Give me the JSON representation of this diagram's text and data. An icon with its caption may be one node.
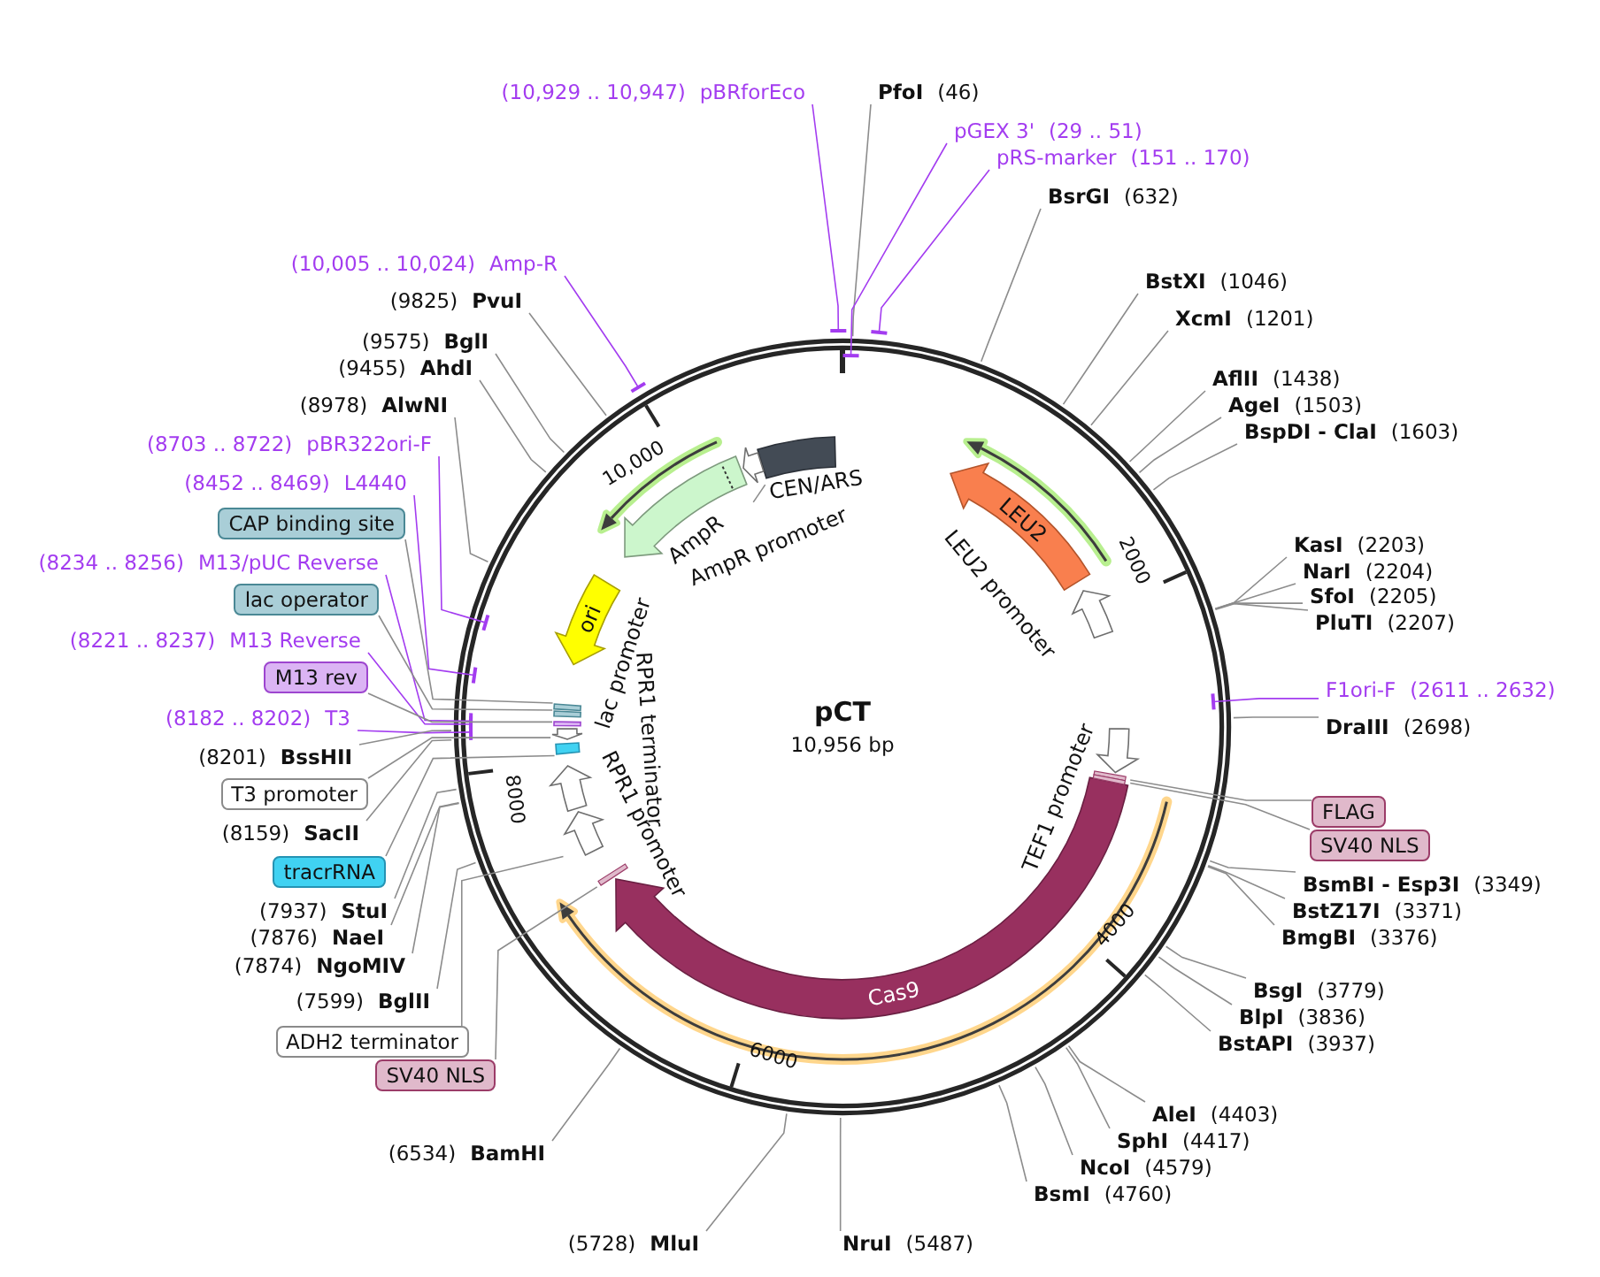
{
  "diagram": {
    "title": "pCT",
    "nodes": [
      {
        "text": [
          "(10,929 .. 10,947)",
          "pBRforEco"
        ]
      },
      {
        "text": [
          "PfoI",
          "(46)"
        ]
      },
      {
        "text": [
          "pGEX 3'",
          "(29 .. 51)"
        ]
      },
      {
        "text": [
          "pRS-marker",
          "(151 .. 170)"
        ]
      },
      {
        "text": [
          "BsrGI",
          "(632)"
        ]
      },
      {
        "text": [
          "(10,005 .. 10,024)",
          "Amp-R"
        ]
      },
      {
        "text": [
          "BstXI",
          "(1046)"
        ]
      },
      {
        "text": [
          "(9825)",
          "PvuI"
        ]
      },
      {
        "text": [
          "XcmI",
          "(1201)"
        ]
      },
      {
        "text": [
          "(9575)",
          "BglI"
        ]
      },
      {
        "text": [
          "(9455)",
          "AhdI"
        ]
      },
      {
        "text": [
          "AflII",
          "(1438)"
        ]
      },
      {
        "text": [
          "(8978)",
          "AlwNI"
        ]
      },
      {
        "text": [
          "AgeI",
          "(1503)"
        ]
      },
      {
        "text": [
          "BspDI - ClaI",
          "(1603)"
        ]
      },
      {
        "text": [
          "(8703 .. 8722)",
          "pBR322ori-F"
        ]
      },
      {
        "text": [
          "(8452 .. 8469)",
          "L4440"
        ]
      },
      {
        "text": [
          "CAP binding site"
        ]
      },
      {
        "text": [
          "KasI",
          "(2203)"
        ]
      },
      {
        "text": [
          "(8234 .. 8256)",
          "M13/pUC Reverse"
        ]
      },
      {
        "text": [
          "NarI",
          "(2204)"
        ]
      },
      {
        "text": [
          "SfoI",
          "(2205)"
        ]
      },
      {
        "text": [
          "lac operator"
        ]
      },
      {
        "text": [
          "PluTI",
          "(2207)"
        ]
      },
      {
        "text": [
          "(8221 .. 8237)",
          "M13 Reverse"
        ]
      },
      {
        "text": [
          "M13 rev"
        ]
      },
      {
        "text": [
          "F1ori-F",
          "(2611 .. 2632)"
        ]
      },
      {
        "text": [
          "(8182 .. 8202)",
          "T3"
        ]
      },
      {
        "text": [
          "DraIII",
          "(2698)"
        ]
      },
      {
        "text": [
          "(8201)",
          "BssHII"
        ]
      },
      {
        "text": [
          "T3 promoter"
        ]
      },
      {
        "text": [
          "FLAG"
        ]
      },
      {
        "text": [
          "(8159)",
          "SacII"
        ]
      },
      {
        "text": [
          "SV40 NLS"
        ]
      },
      {
        "text": [
          "tracrRNA"
        ]
      },
      {
        "text": [
          "BsmBI - Esp3I",
          "(3349)"
        ]
      },
      {
        "text": [
          "(7937)",
          "StuI"
        ]
      },
      {
        "text": [
          "BstZ17I",
          "(3371)"
        ]
      },
      {
        "text": [
          "(7876)",
          "NaeI"
        ]
      },
      {
        "text": [
          "BmgBI",
          "(3376)"
        ]
      },
      {
        "text": [
          "(7874)",
          "NgoMIV"
        ]
      },
      {
        "text": [
          "BsgI",
          "(3779)"
        ]
      },
      {
        "text": [
          "(7599)",
          "BglII"
        ]
      },
      {
        "text": [
          "BlpI",
          "(3836)"
        ]
      },
      {
        "text": [
          "ADH2 terminator"
        ]
      },
      {
        "text": [
          "BstAPI",
          "(3937)"
        ]
      },
      {
        "text": [
          "SV40 NLS"
        ]
      },
      {
        "text": [
          "AleI",
          "(4403)"
        ]
      },
      {
        "text": [
          "SphI",
          "(4417)"
        ]
      },
      {
        "text": [
          "(6534)",
          "BamHI"
        ]
      },
      {
        "text": [
          "NcoI",
          "(4579)"
        ]
      },
      {
        "text": [
          "BsmI",
          "(4760)"
        ]
      },
      {
        "text": [
          "(5728)",
          "MluI"
        ]
      },
      {
        "text": [
          "NruI",
          "(5487)"
        ]
      },
      {
        "text": [],
        "shape": "bar",
        "beside": [
          "CEN/ARS"
        ]
      },
      {
        "text": [],
        "shape": "arrow"
      },
      {
        "text": [
          "AmpR promoter"
        ]
      },
      {
        "text": [],
        "shape": "arrow",
        "beside": [
          "AmpR"
        ]
      },
      {
        "text": [
          "LEU2"
        ]
      },
      {
        "text": [
          "ori"
        ]
      },
      {
        "text": [],
        "shape": "arrow"
      },
      {
        "text": [],
        "shape": "bar"
      },
      {
        "text": [],
        "shape": "bar"
      },
      {
        "text": [],
        "shape": "bar"
      },
      {
        "text": [],
        "shape": "arrow"
      },
      {
        "text": [],
        "shape": "bar"
      },
      {
        "text": [],
        "shape": "arrow",
        "beside": [
          "TEF1 promoter"
        ]
      },
      {
        "text": [],
        "shape": "arrow",
        "beside": [
          "RPR1 promoter"
        ]
      },
      {
        "text": [],
        "shape": "arrow"
      },
      {
        "text": [
          "Cas9"
        ]
      }
    ],
    "edges": [
      {
        "from": 0,
        "to": null,
        "arrow": "other",
        "color": "#a33cf0"
      },
      {
        "from": 1,
        "to": null,
        "arrow": "none"
      },
      {
        "from": 2,
        "to": null,
        "arrow": "other",
        "color": "#a33cf0"
      },
      {
        "from": 3,
        "to": null,
        "arrow": "other",
        "color": "#a33cf0"
      },
      {
        "from": 4,
        "to": null,
        "arrow": "none"
      },
      {
        "from": 5,
        "to": null,
        "arrow": "other",
        "color": "#a33cf0"
      },
      {
        "from": 6,
        "to": null,
        "arrow": "none"
      },
      {
        "from": 7,
        "to": null,
        "arrow": "none"
      },
      {
        "from": 8,
        "to": null,
        "arrow": "none"
      },
      {
        "from": 9,
        "to": null,
        "arrow": "none"
      },
      {
        "from": 10,
        "to": null,
        "arrow": "none"
      },
      {
        "from": 11,
        "to": null,
        "arrow": "none"
      },
      {
        "from": 12,
        "to": null,
        "arrow": "none"
      },
      {
        "from": 13,
        "to": null,
        "arrow": "none"
      },
      {
        "from": 14,
        "to": null,
        "arrow": "none"
      },
      {
        "from": 15,
        "to": null,
        "arrow": "other",
        "color": "#a33cf0"
      },
      {
        "from": 16,
        "to": null,
        "arrow": "other",
        "color": "#a33cf0"
      },
      {
        "from": 17,
        "to": 61,
        "arrow": "none"
      },
      {
        "from": 18,
        "to": null,
        "arrow": "none"
      },
      {
        "from": 19,
        "to": null,
        "arrow": "other",
        "color": "#a33cf0"
      },
      {
        "from": 20,
        "to": null,
        "arrow": "none"
      },
      {
        "from": 21,
        "to": null,
        "arrow": "none"
      },
      {
        "from": 22,
        "to": 62,
        "arrow": "none"
      },
      {
        "from": 23,
        "to": null,
        "arrow": "none"
      },
      {
        "from": 24,
        "to": null,
        "arrow": "other",
        "color": "#a33cf0"
      },
      {
        "from": 25,
        "to": 63,
        "arrow": "none"
      },
      {
        "from": 26,
        "to": null,
        "arrow": "other",
        "color": "#a33cf0"
      },
      {
        "from": 27,
        "to": null,
        "arrow": "other",
        "color": "#a33cf0"
      },
      {
        "from": 28,
        "to": null,
        "arrow": "none"
      },
      {
        "from": 29,
        "to": null,
        "arrow": "none"
      },
      {
        "from": 30,
        "to": 64,
        "arrow": "none"
      },
      {
        "from": 31,
        "to": 69,
        "arrow": "none"
      },
      {
        "from": 32,
        "to": null,
        "arrow": "none"
      },
      {
        "from": 33,
        "to": 69,
        "arrow": "none"
      },
      {
        "from": 34,
        "to": 65,
        "arrow": "none"
      },
      {
        "from": 35,
        "to": null,
        "arrow": "none"
      },
      {
        "from": 36,
        "to": null,
        "arrow": "none"
      },
      {
        "from": 37,
        "to": null,
        "arrow": "none"
      },
      {
        "from": 38,
        "to": null,
        "arrow": "none"
      },
      {
        "from": 39,
        "to": null,
        "arrow": "none"
      },
      {
        "from": 40,
        "to": null,
        "arrow": "none"
      },
      {
        "from": 41,
        "to": null,
        "arrow": "none"
      },
      {
        "from": 42,
        "to": null,
        "arrow": "none"
      },
      {
        "from": 43,
        "to": null,
        "arrow": "none"
      },
      {
        "from": 44,
        "to": 68,
        "arrow": "none"
      },
      {
        "from": 45,
        "to": null,
        "arrow": "none"
      },
      {
        "from": 46,
        "to": 69,
        "arrow": "none"
      },
      {
        "from": 47,
        "to": null,
        "arrow": "none"
      },
      {
        "from": 48,
        "to": null,
        "arrow": "none"
      },
      {
        "from": 49,
        "to": null,
        "arrow": "none"
      },
      {
        "from": 50,
        "to": null,
        "arrow": "none"
      },
      {
        "from": 51,
        "to": null,
        "arrow": "none"
      },
      {
        "from": 52,
        "to": null,
        "arrow": "none"
      },
      {
        "from": 53,
        "to": null,
        "arrow": "none"
      },
      {
        "from": 56,
        "to": 55,
        "arrow": "none"
      }
    ],
    "labels": [
      "10,000",
      "2000",
      "LEU2 promoter",
      "lac promoter",
      "RPR1 terminator",
      "10,956 bp",
      "8000",
      "4000",
      "6000"
    ]
  }
}
